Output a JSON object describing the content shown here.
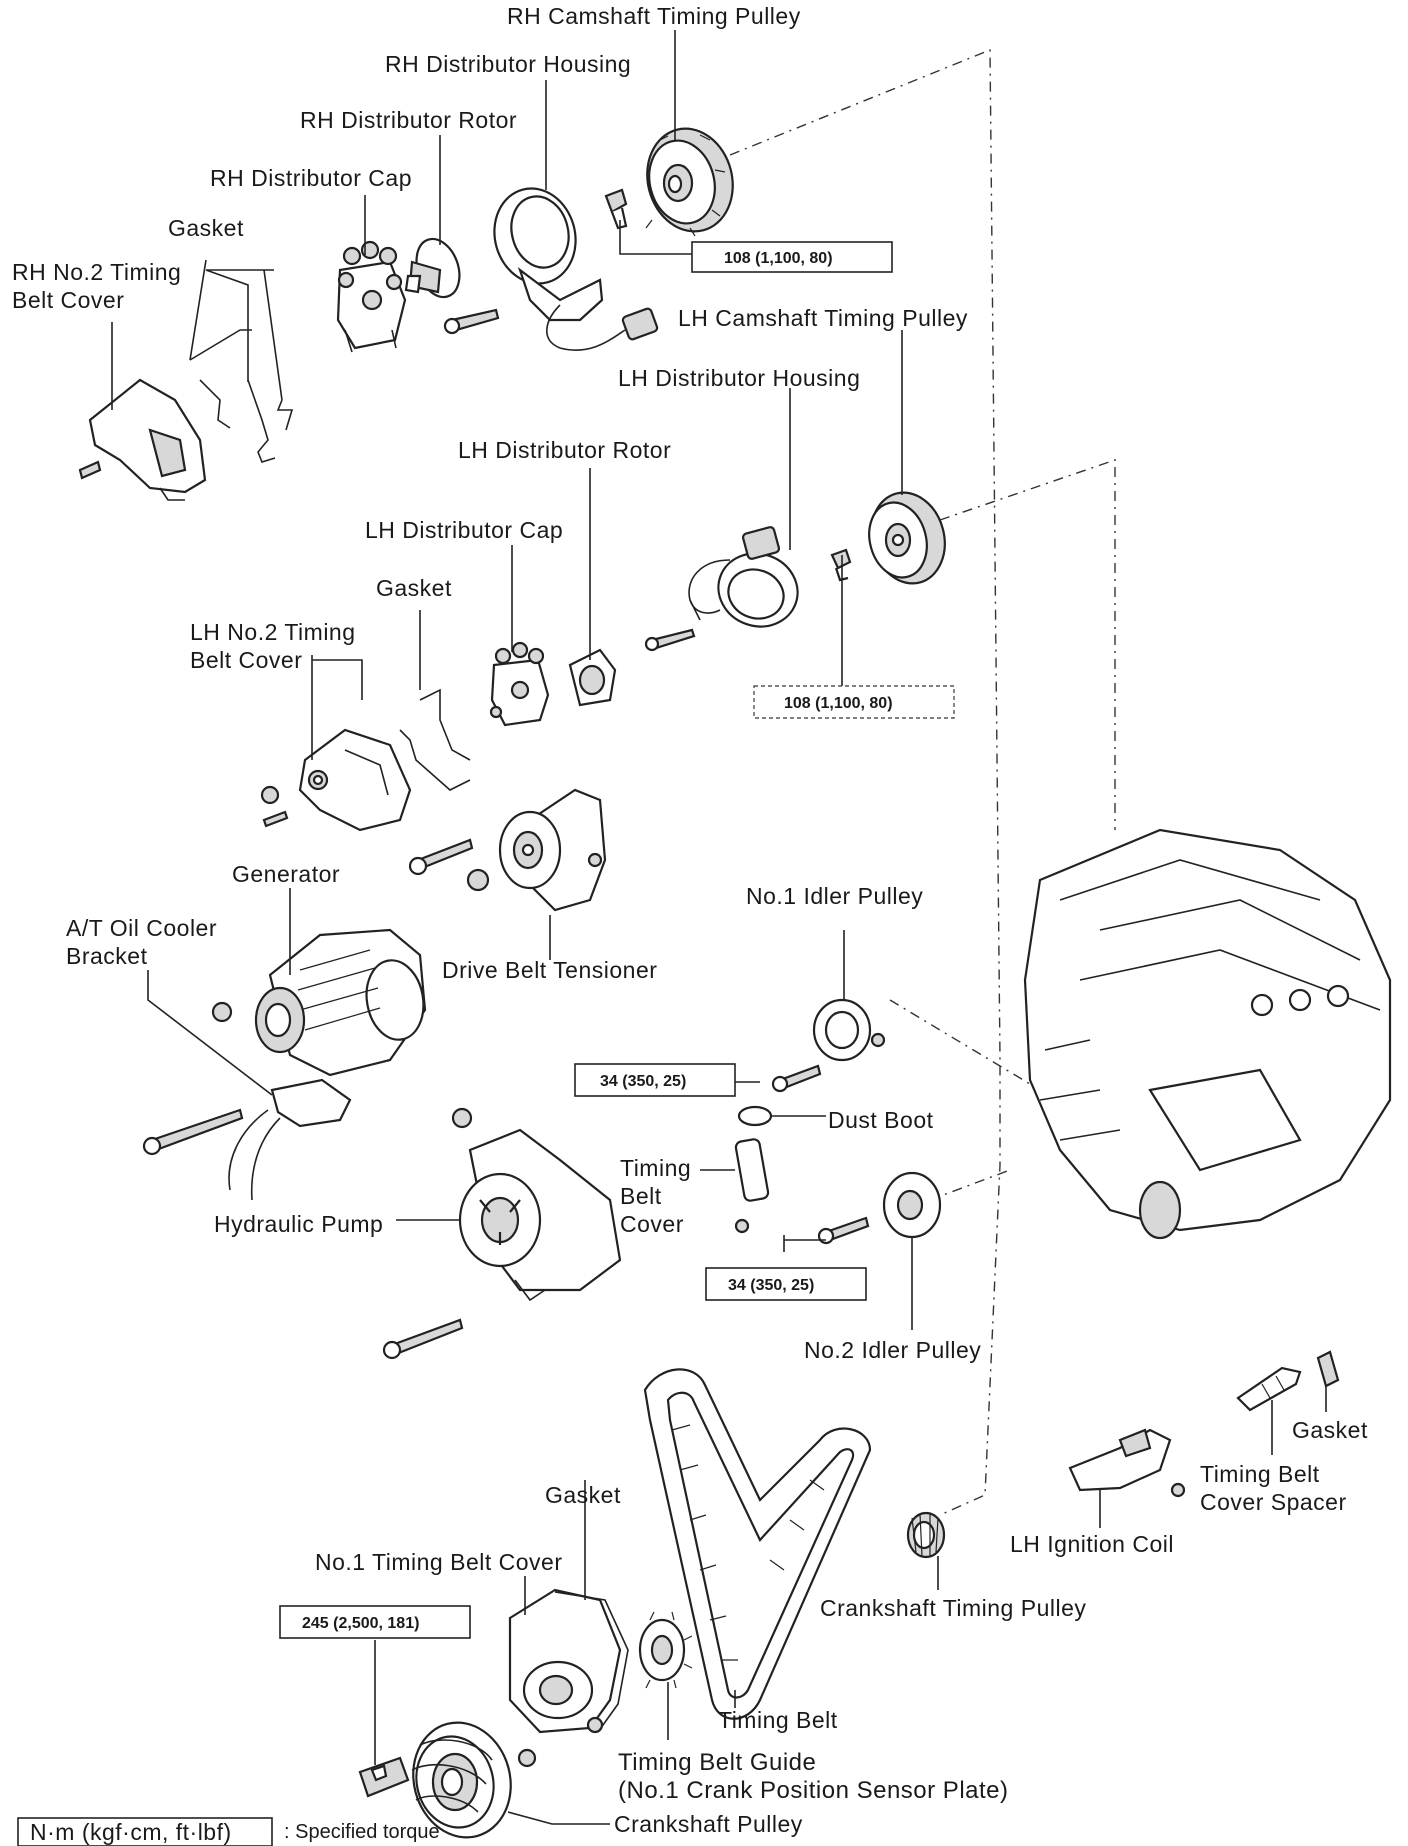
{
  "labels": {
    "rh_camshaft_timing_pulley": "RH Camshaft Timing Pulley",
    "rh_distributor_housing": "RH Distributor Housing",
    "rh_distributor_rotor": "RH Distributor Rotor",
    "rh_distributor_cap": "RH Distributor Cap",
    "gasket_rh": "Gasket",
    "rh_no2_cover_line1": "RH No.2 Timing",
    "rh_no2_cover_line2": "Belt Cover",
    "lh_camshaft_timing_pulley": "LH Camshaft Timing Pulley",
    "lh_distributor_housing": "LH Distributor Housing",
    "lh_distributor_rotor": "LH Distributor Rotor",
    "lh_distributor_cap": "LH Distributor Cap",
    "gasket_lh": "Gasket",
    "lh_no2_cover_line1": "LH No.2 Timing",
    "lh_no2_cover_line2": "Belt Cover",
    "generator": "Generator",
    "at_oil_cooler_line1": "A/T Oil Cooler",
    "at_oil_cooler_line2": "Bracket",
    "drive_belt_tensioner": "Drive Belt Tensioner",
    "no1_idler_pulley": "No.1 Idler Pulley",
    "dust_boot": "Dust Boot",
    "timing_belt_cover_line1": "Timing",
    "timing_belt_cover_line2": "Belt",
    "timing_belt_cover_line3": "Cover",
    "hydraulic_pump": "Hydraulic Pump",
    "no2_idler_pulley": "No.2 Idler Pulley",
    "gasket_spacer": "Gasket",
    "timing_belt_cover_spacer_line1": "Timing Belt",
    "timing_belt_cover_spacer_line2": "Cover Spacer",
    "lh_ignition_coil": "LH Ignition Coil",
    "crankshaft_timing_pulley": "Crankshaft Timing Pulley",
    "gasket_no1": "Gasket",
    "no1_timing_belt_cover": "No.1 Timing Belt Cover",
    "timing_belt": "Timing Belt",
    "timing_belt_guide_line1": "Timing Belt Guide",
    "timing_belt_guide_line2": "(No.1 Crank Position Sensor Plate)",
    "crankshaft_pulley": "Crankshaft Pulley"
  },
  "torques": {
    "rh_cam_pulley_bolt": "108 (1,100, 80)",
    "lh_cam_pulley_bolt": "108 (1,100, 80)",
    "no1_idler_bolt": "34 (350, 25)",
    "no2_idler_bolt": "34 (350, 25)",
    "crank_pulley_bolt": "245 (2,500, 181)"
  },
  "legend": {
    "unit": "N·m (kgf·cm, ft·lbf)",
    "meaning": ": Specified torque"
  }
}
